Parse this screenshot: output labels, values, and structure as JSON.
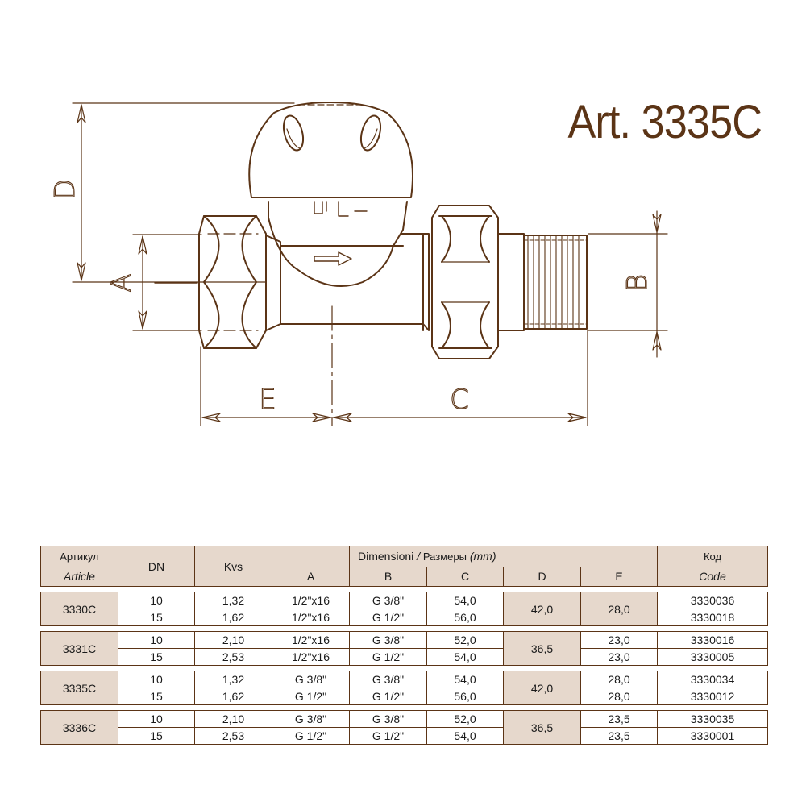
{
  "title": "Art. 3335C",
  "drawing": {
    "labels": {
      "A": "A",
      "B": "B",
      "C": "C",
      "D": "D",
      "E": "E"
    }
  },
  "table": {
    "header": {
      "article_ru": "Артикул",
      "article_it": "Article",
      "dn": "DN",
      "kvs": "Kvs",
      "dimensions_it": "Dimensioni",
      "dimensions_sep": "/",
      "dimensions_ru": "Размеры",
      "dimensions_unit": "(mm)",
      "col_a": "A",
      "col_b": "B",
      "col_c": "C",
      "col_d": "D",
      "col_e": "E",
      "code_ru": "Код",
      "code_it": "Code"
    },
    "groups": [
      {
        "article": "3330C",
        "d": "42,0",
        "e_merged": "28,0",
        "rows": [
          {
            "dn": "10",
            "kvs": "1,32",
            "a": "1/2\"x16",
            "b": "G 3/8\"",
            "c": "54,0",
            "code": "3330036"
          },
          {
            "dn": "15",
            "kvs": "1,62",
            "a": "1/2\"x16",
            "b": "G 1/2\"",
            "c": "56,0",
            "code": "3330018"
          }
        ]
      },
      {
        "article": "3331C",
        "d": "36,5",
        "rows": [
          {
            "dn": "10",
            "kvs": "2,10",
            "a": "1/2\"x16",
            "b": "G 3/8\"",
            "c": "52,0",
            "e": "23,0",
            "code": "3330016"
          },
          {
            "dn": "15",
            "kvs": "2,53",
            "a": "1/2\"x16",
            "b": "G 1/2\"",
            "c": "54,0",
            "e": "23,0",
            "code": "3330005"
          }
        ]
      },
      {
        "article": "3335C",
        "d": "42,0",
        "rows": [
          {
            "dn": "10",
            "kvs": "1,32",
            "a": "G 3/8\"",
            "b": "G 3/8\"",
            "c": "54,0",
            "e": "28,0",
            "code": "3330034"
          },
          {
            "dn": "15",
            "kvs": "1,62",
            "a": "G 1/2\"",
            "b": "G 1/2\"",
            "c": "56,0",
            "e": "28,0",
            "code": "3330012"
          }
        ]
      },
      {
        "article": "3336C",
        "d": "36,5",
        "rows": [
          {
            "dn": "10",
            "kvs": "2,10",
            "a": "G 3/8\"",
            "b": "G 3/8\"",
            "c": "52,0",
            "e": "23,5",
            "code": "3330035"
          },
          {
            "dn": "15",
            "kvs": "2,53",
            "a": "G 1/2\"",
            "b": "G 1/2\"",
            "c": "54,0",
            "e": "23,5",
            "code": "3330001"
          }
        ]
      }
    ]
  },
  "colors": {
    "line": "#5b3416",
    "fill": "#e6d8cc",
    "title": "#5b3416"
  }
}
